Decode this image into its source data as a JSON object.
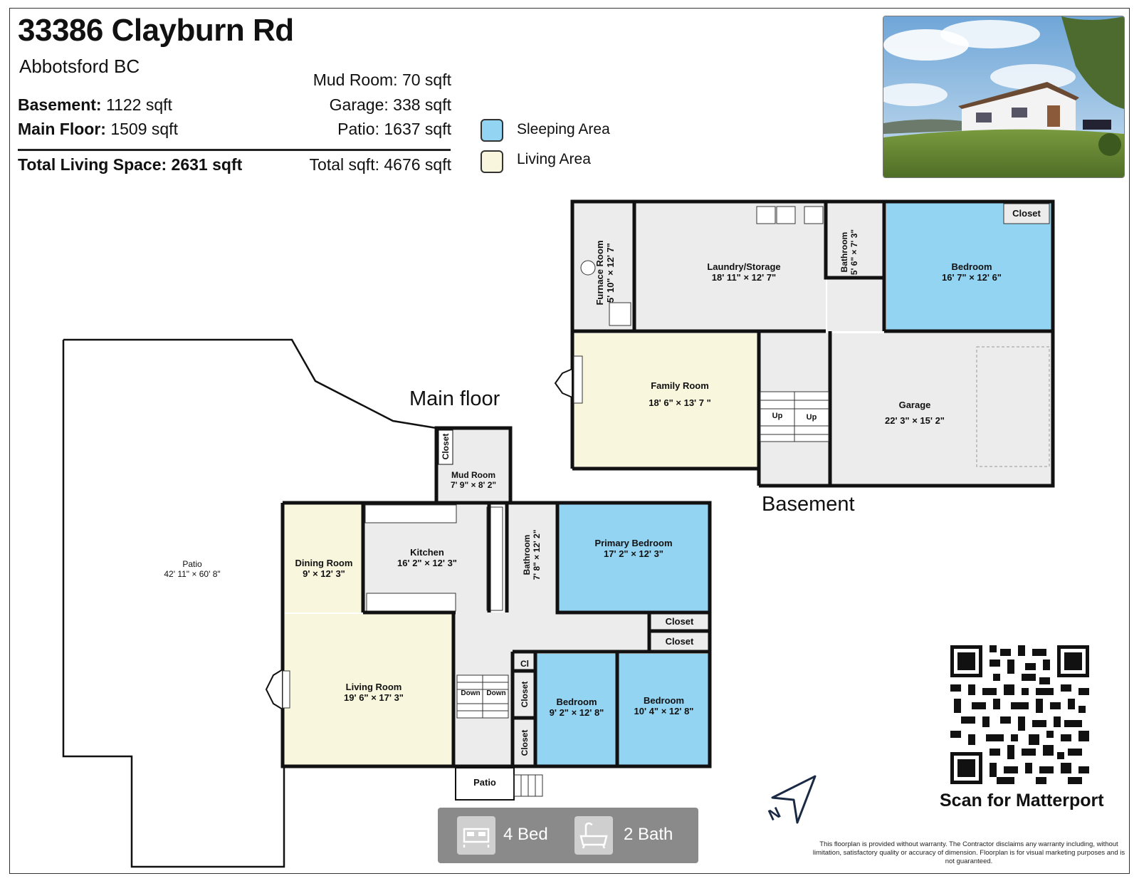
{
  "header": {
    "address": "33386 Clayburn Rd",
    "city": "Abbotsford BC"
  },
  "stats": {
    "basement_label": "Basement:",
    "basement_value": "1122 sqft",
    "main_floor_label": "Main Floor:",
    "main_floor_value": "1509 sqft",
    "total_living_label": "Total Living Space:",
    "total_living_value": "2631 sqft",
    "mud_room": "Mud Room: 70 sqft",
    "garage": "Garage: 338 sqft",
    "patio": "Patio: 1637 sqft",
    "total_sqft": "Total sqft: 4676 sqft"
  },
  "legend": {
    "sleeping": "Sleeping Area",
    "living": "Living Area"
  },
  "colors": {
    "sleeping": "#93d4f2",
    "living": "#f8f7de",
    "other": "#ececec",
    "wall": "#111111"
  },
  "floors": {
    "main": "Main floor",
    "basement": "Basement"
  },
  "rooms": {
    "patio_outdoor": {
      "name": "Patio",
      "dim": "42' 11\" × 60' 8\""
    },
    "mud_room": {
      "name": "Mud Room",
      "dim": "7' 9\" × 8' 2\""
    },
    "closet_mud": {
      "name": "Closet"
    },
    "dining": {
      "name": "Dining Room",
      "dim": "9' × 12' 3\""
    },
    "kitchen": {
      "name": "Kitchen",
      "dim": "16' 2\" × 12' 3\""
    },
    "bathroom_main": {
      "name": "Bathroom",
      "dim": "7' 8\" × 12' 2\""
    },
    "primary": {
      "name": "Primary Bedroom",
      "dim": "17' 2\" × 12' 3\""
    },
    "closet_1": {
      "name": "Closet"
    },
    "closet_2": {
      "name": "Closet"
    },
    "living": {
      "name": "Living Room",
      "dim": "19' 6\" × 17' 3\""
    },
    "cl_small": {
      "name": "Cl"
    },
    "closet_v1": {
      "name": "Closet"
    },
    "closet_v2": {
      "name": "Closet"
    },
    "bedroom_2": {
      "name": "Bedroom",
      "dim": "9' 2\" × 12' 8\""
    },
    "bedroom_3": {
      "name": "Bedroom",
      "dim": "10' 4\" × 12' 8\""
    },
    "patio_small": {
      "name": "Patio"
    },
    "stairs_down": "Down",
    "furnace": {
      "name": "Furnace Room",
      "dim": "5' 10\" × 12' 7\""
    },
    "laundry": {
      "name": "Laundry/Storage",
      "dim": "18' 11\" × 12' 7\""
    },
    "bathroom_base": {
      "name": "Bathroom",
      "dim": "5' 6\" × 7' 3\""
    },
    "bedroom_base": {
      "name": "Bedroom",
      "dim": "16' 7\" × 12' 6\""
    },
    "closet_base": {
      "name": "Closet"
    },
    "family": {
      "name": "Family Room",
      "dim": "18' 6\" × 13' 7 \""
    },
    "garage": {
      "name": "Garage",
      "dim": "22' 3\" × 15' 2\""
    },
    "stairs_up": "Up"
  },
  "badge": {
    "beds": "4 Bed",
    "baths": "2 Bath"
  },
  "qr": {
    "caption": "Scan for Matterport"
  },
  "compass": {
    "letter": "N"
  },
  "disclaimer": "This floorplan is provided without warranty. The Contractor disclaims any warranty including, without limitation, satisfactory quality or accuracy of dimension. Floorplan is for visual marketing purposes and is not guaranteed."
}
